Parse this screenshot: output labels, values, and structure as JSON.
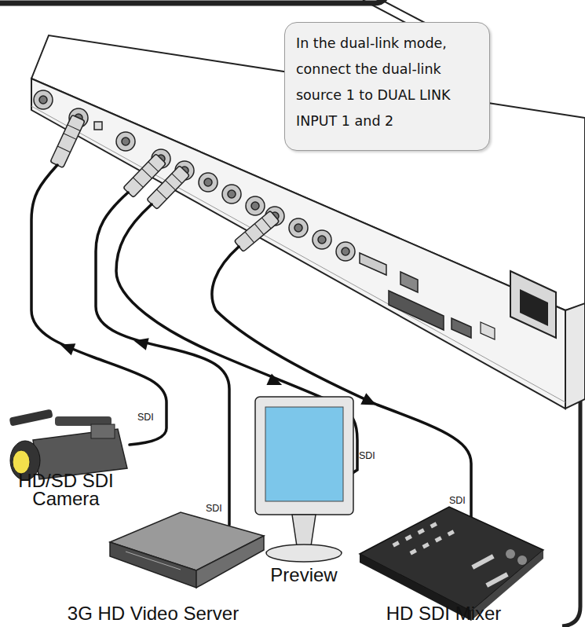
{
  "diagram": {
    "nodes": [
      {
        "text": [
          "In the dual-link mode, connect the dual-link source 1 to DUAL LINK INPUT 1 and 2"
        ]
      },
      {
        "text": [
          "HD/SD SDI Camera"
        ]
      },
      {
        "text": [
          "Preview"
        ]
      },
      {
        "text": [
          "3G HD Video Server"
        ]
      },
      {
        "text": [
          "HD SDI Mixer"
        ]
      }
    ],
    "labels": [
      "SDI",
      "SDI",
      "SDI",
      "SDI"
    ]
  }
}
